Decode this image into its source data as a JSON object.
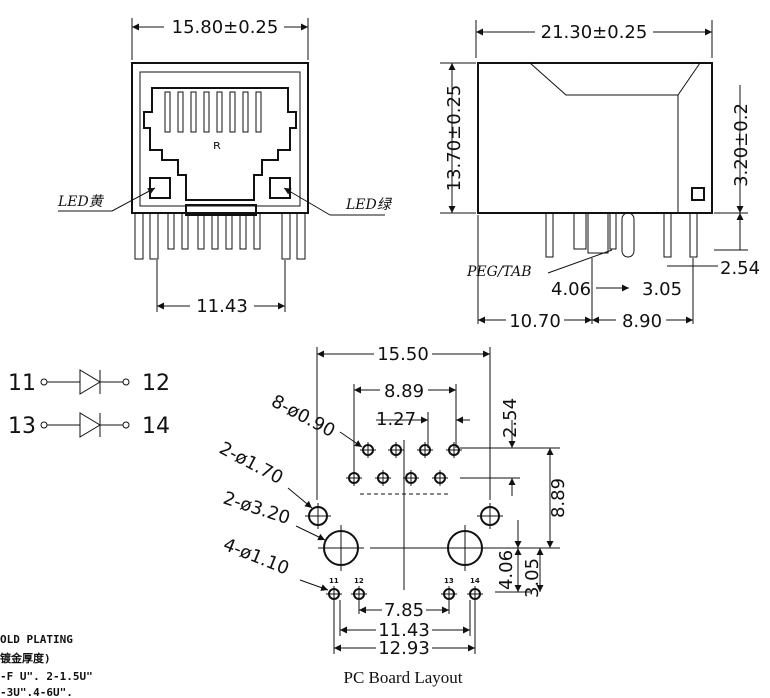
{
  "dims": {
    "front_width": "15.80±0.25",
    "side_width": "21.30±0.25",
    "side_height": "13.70±0.25",
    "side_offset": "3.20±0.2",
    "led_pitch": "11.43",
    "pin_offset": "2.54",
    "peg_left": "4.06",
    "peg_right": "3.05",
    "side_left": "10.70",
    "side_right": "8.90"
  },
  "labels": {
    "led_yellow": "LED黄",
    "led_green": "LED绿",
    "peg_tab": "PEG/TAB"
  },
  "led_schematic": {
    "led1_anode": "11",
    "led1_cathode": "12",
    "led2_anode": "13",
    "led2_cathode": "14"
  },
  "pcb": {
    "width_total": "15.50",
    "signal_pitch": "8.89",
    "signal_step": "1.27",
    "row_offset": "2.54",
    "vertical_span": "8.89",
    "holes_small": "8-ø0.90",
    "holes_led": "2-ø1.70",
    "holes_big": "2-ø3.20",
    "holes_tab": "4-ø1.10",
    "tab_pitch_inner": "7.85",
    "tab_pitch_mid": "11.43",
    "tab_pitch_outer": "12.93",
    "v_406": "4.06",
    "v_305": "3.05",
    "pin_11": "11",
    "pin_12": "12",
    "pin_13": "13",
    "pin_14": "14",
    "caption": "PC Board Layout"
  },
  "notes": {
    "line1": "OLD PLATING",
    "line2": "镀金厚度)",
    "line3": "-F U\". 2-1.5U\"",
    "line4": "-3U\".4-6U\"."
  },
  "symbols": {
    "ul_mark": "ᴿ"
  }
}
